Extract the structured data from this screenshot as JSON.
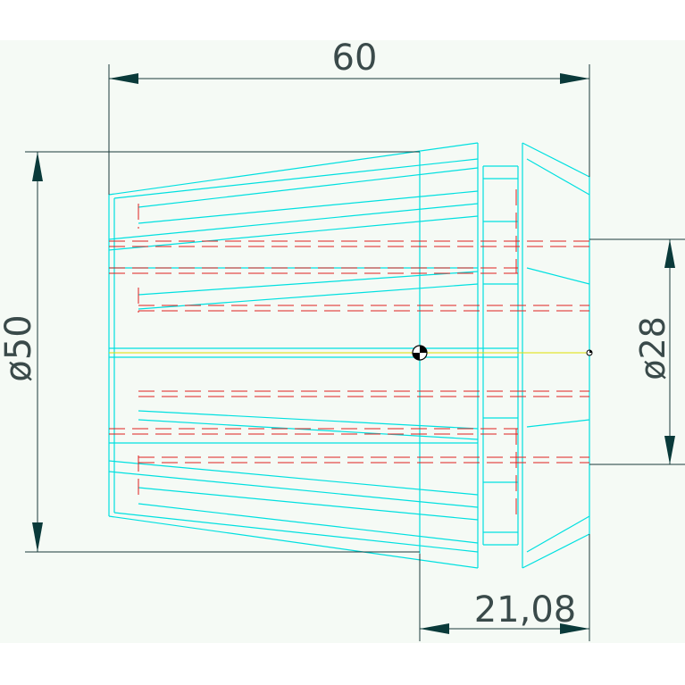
{
  "drawing": {
    "dimensions": {
      "length": "60",
      "outer_diameter": "ø50",
      "bore_diameter": "ø28",
      "taper_offset": "21,08"
    },
    "colors": {
      "background": "#f5faf5",
      "outline": "#00e0e0",
      "hidden": "#e02020",
      "dimension": "#1a3a3a",
      "axis": "#e0e000"
    }
  }
}
